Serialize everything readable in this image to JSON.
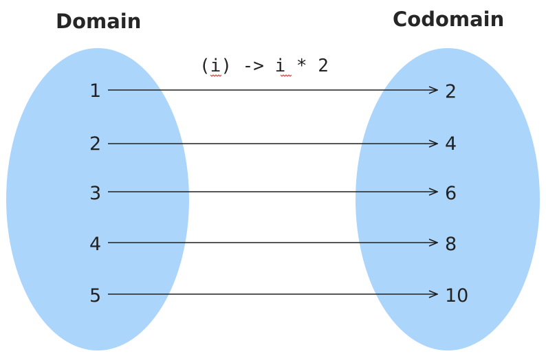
{
  "domain_title": "Domain",
  "codomain_title": "Codomain",
  "function_label": {
    "prefix": "(",
    "param": "i",
    "middle": ") -> ",
    "body_var": "i",
    "suffix": " * 2"
  },
  "mappings": [
    {
      "from": "1",
      "to": "2"
    },
    {
      "from": "2",
      "to": "4"
    },
    {
      "from": "3",
      "to": "6"
    },
    {
      "from": "4",
      "to": "8"
    },
    {
      "from": "5",
      "to": "10"
    }
  ],
  "colors": {
    "ellipse_fill": "#acd5fc",
    "arrow": "#1e1e1e",
    "text": "#222222",
    "spellcheck_underline": "#e0302a"
  }
}
